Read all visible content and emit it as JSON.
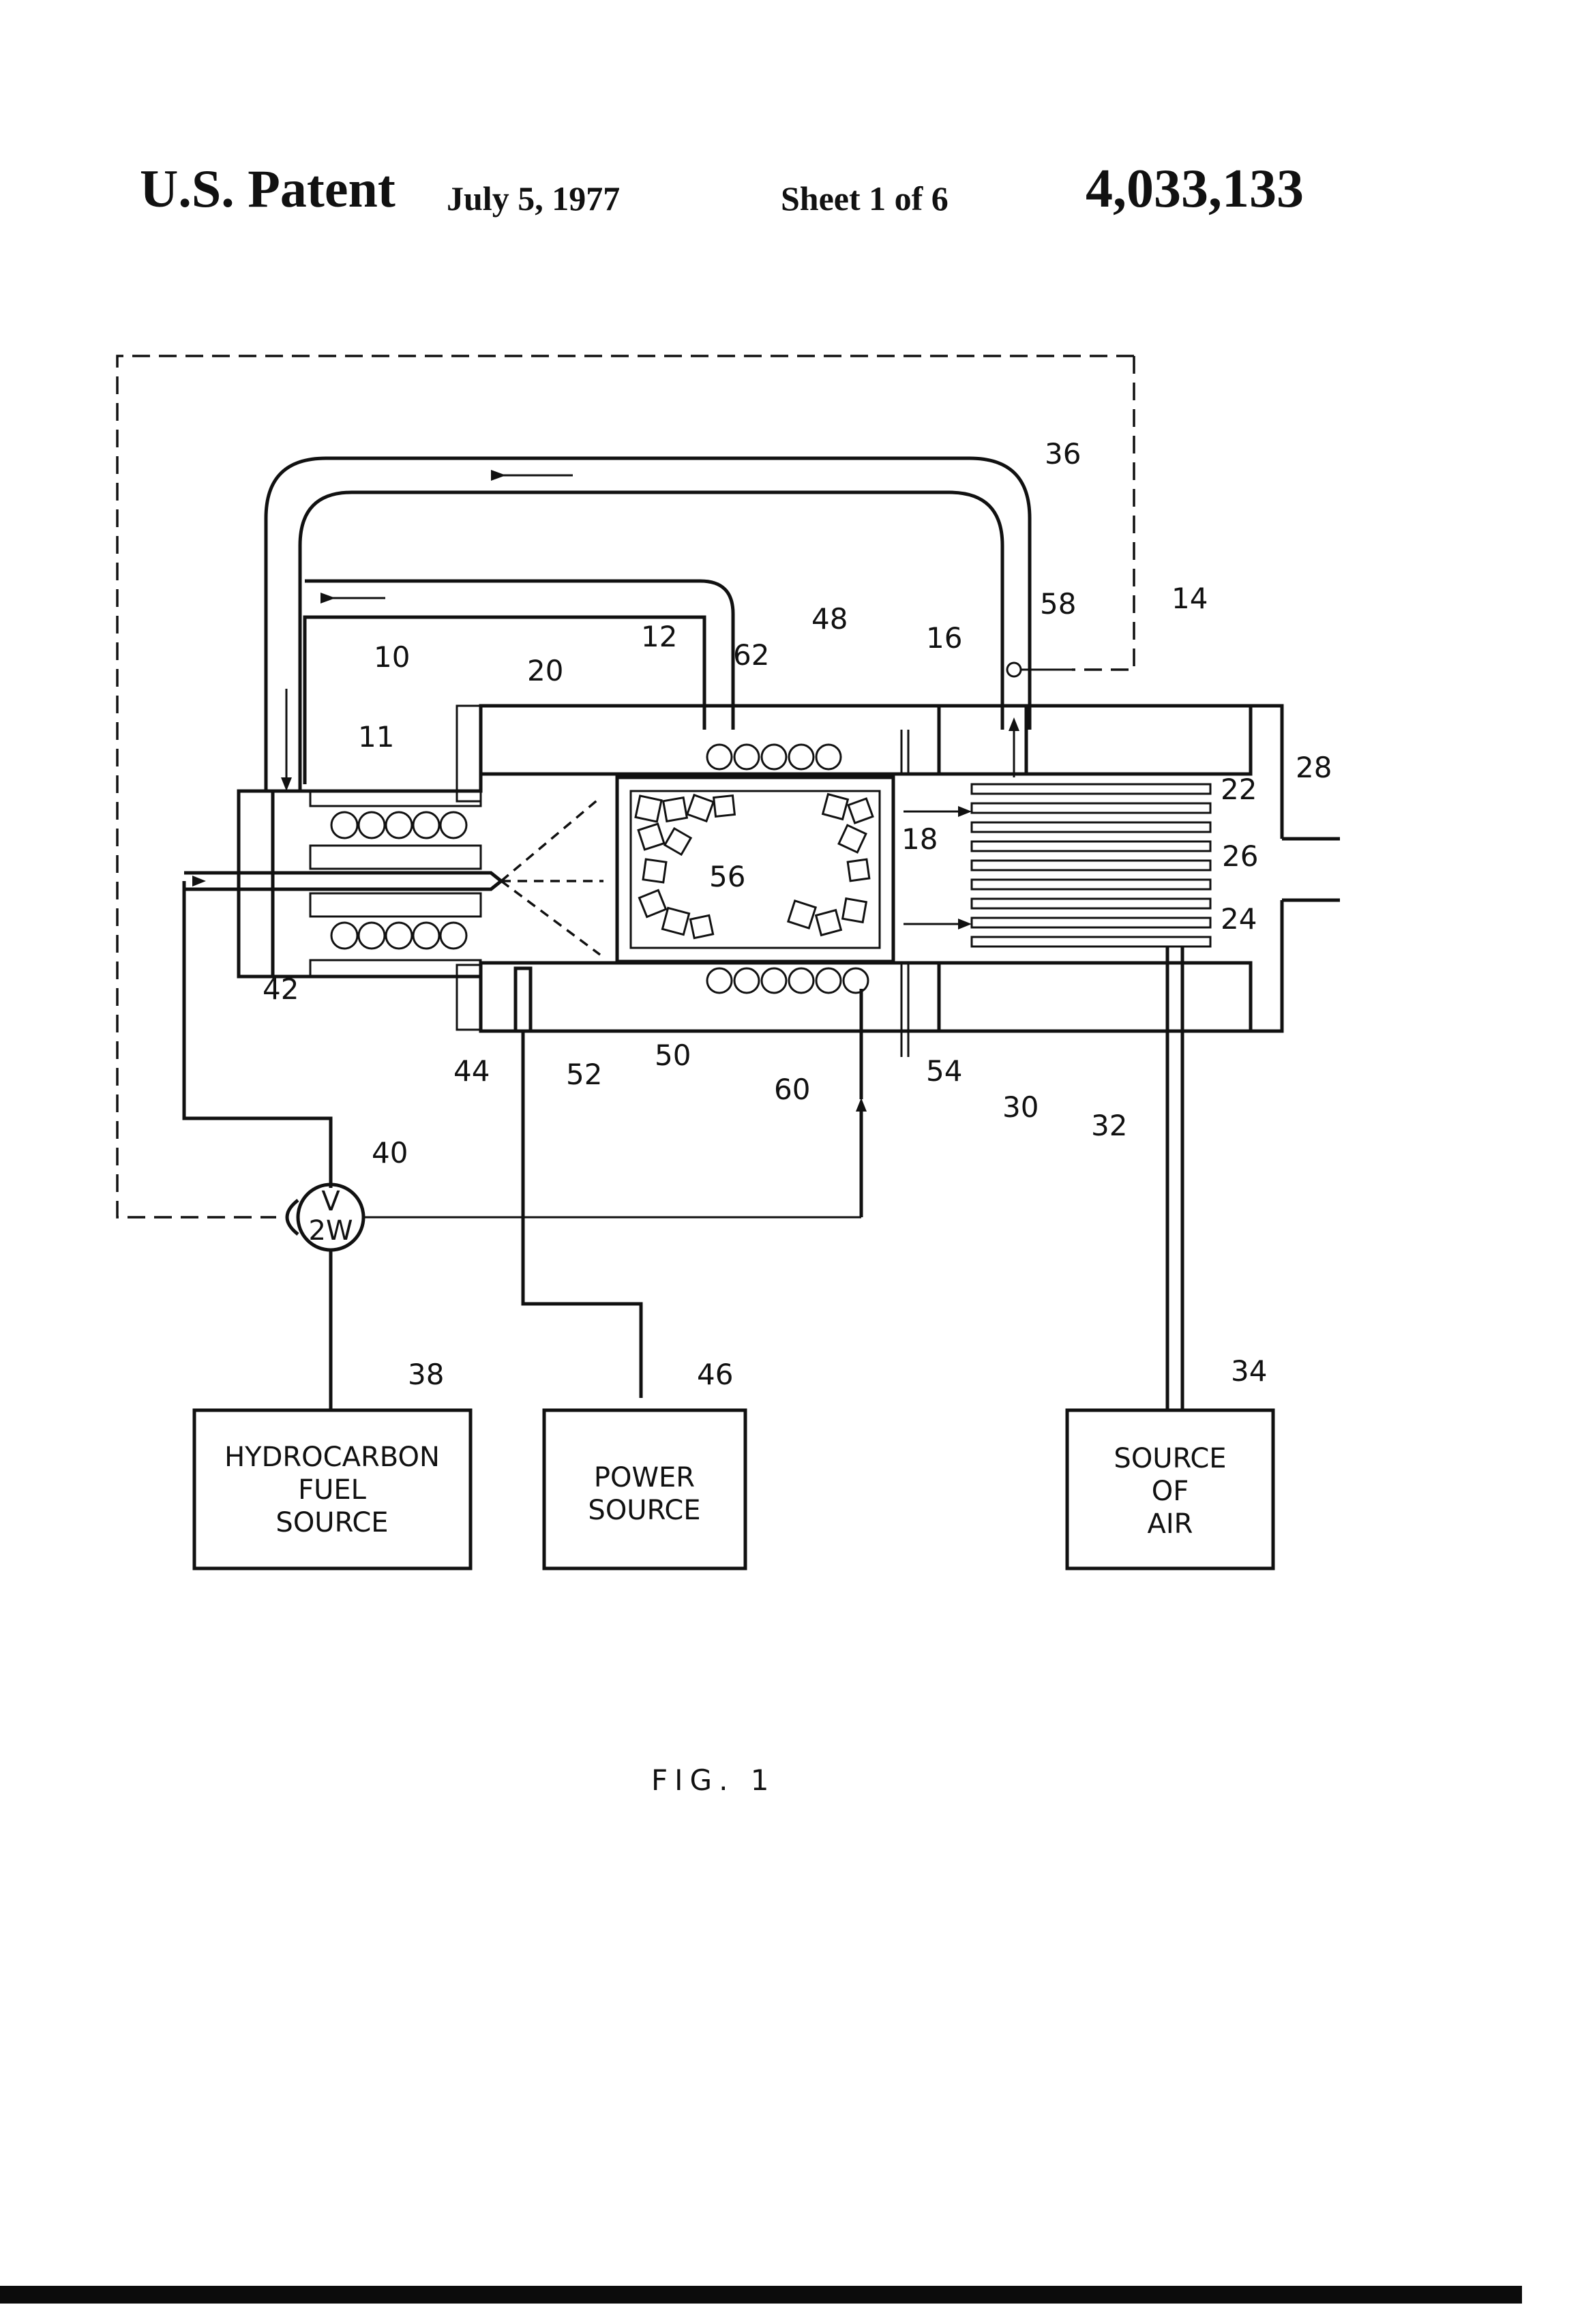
{
  "header": {
    "patent": "U.S. Patent",
    "date": "July 5, 1977",
    "sheet": "Sheet 1 of 6",
    "number": "4,033,133"
  },
  "figure": {
    "caption": "FIG. 1",
    "reference_numerals": [
      "10",
      "11",
      "12",
      "14",
      "16",
      "18",
      "20",
      "22",
      "24",
      "26",
      "28",
      "30",
      "32",
      "34",
      "36",
      "38",
      "40",
      "42",
      "44",
      "46",
      "48",
      "50",
      "52",
      "54",
      "56",
      "58",
      "60",
      "62"
    ],
    "valve": {
      "line1": "V",
      "line2": "2W"
    },
    "boxes": {
      "fuel": {
        "line1": "HYDROCARBON",
        "line2": "FUEL",
        "line3": "SOURCE"
      },
      "power": {
        "line1": "POWER",
        "line2": "SOURCE"
      },
      "air": {
        "line1": "SOURCE",
        "line2": "OF",
        "line3": "AIR"
      }
    }
  }
}
